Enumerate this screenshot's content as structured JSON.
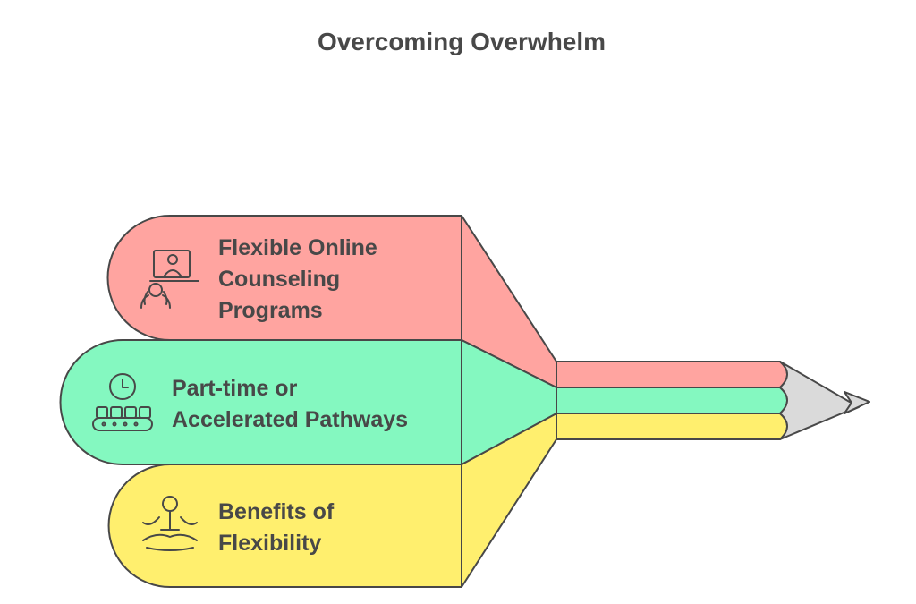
{
  "title": "Overcoming Overwhelm",
  "colors": {
    "red": "#FFA4A0",
    "green": "#84F8C0",
    "yellow": "#FFEF6E",
    "tip": "#DADADA",
    "outline": "#484848"
  },
  "sections": [
    {
      "lines": [
        "Flexible Online",
        "Counseling",
        "Programs"
      ],
      "icon": "online-counseling-icon",
      "color": "red"
    },
    {
      "lines": [
        "Part-time or",
        "Accelerated Pathways"
      ],
      "icon": "clock-conveyor-icon",
      "color": "green"
    },
    {
      "lines": [
        "Benefits of",
        "Flexibility"
      ],
      "icon": "meditation-icon",
      "color": "yellow"
    }
  ]
}
